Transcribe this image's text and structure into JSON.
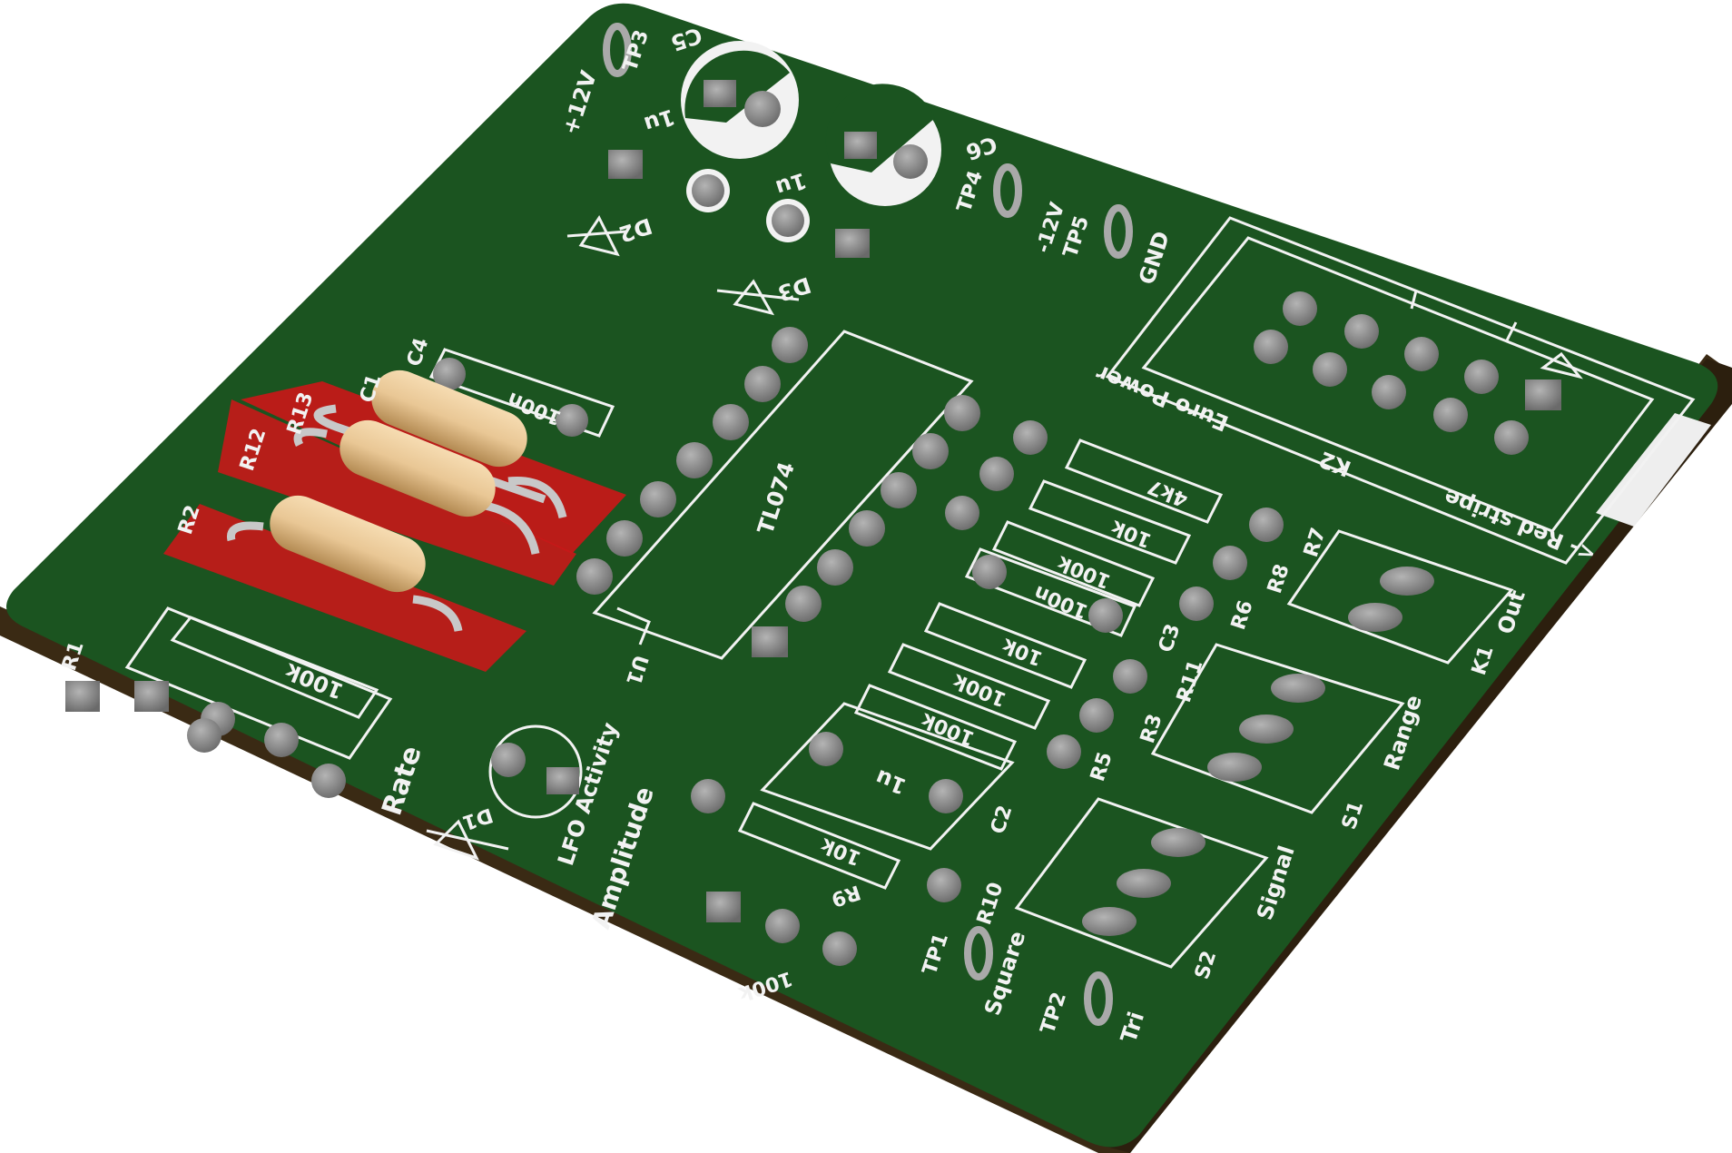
{
  "scene": {
    "subject": "",
    "colors": {
      "board": "#1b5420",
      "board_edge": "#3a2a14",
      "silkscreen": "#f2f2f2",
      "pad": "#8d8d8d",
      "resistor_body": "#e9c795",
      "highlight": "#c81818"
    }
  },
  "labels": {
    "tp3": "TP3",
    "v12": "+12V",
    "c5": "C5",
    "c5_val": "1u",
    "c6": "C6",
    "c6_val": "1u",
    "d2": "D2",
    "d3": "D3",
    "tp4": "TP4",
    "vneg12": "-12V",
    "tp5": "TP5",
    "gnd": "GND",
    "euro_power": "Euro Power",
    "k2": "K2",
    "red_stripe": "<- Red stripe",
    "c4": "C4",
    "c4_val": "100n",
    "c1": "C1",
    "r12": "R12",
    "r13": "R13",
    "r2": "R2",
    "r1": "R1",
    "r1_val": "100k",
    "rate": "Rate",
    "u1_val": "TL074",
    "u1": "U1",
    "r7_val": "4k7",
    "r7": "R7",
    "r8_val": "10k",
    "r8": "R8",
    "r6_val": "100k",
    "r6": "R6",
    "c3_val": "100n",
    "c3": "C3",
    "r11_val": "10k",
    "r11": "R11",
    "r3_val": "100k",
    "r3": "R3",
    "r5_val": "100k",
    "r5": "R5",
    "k1": "K1",
    "out": "Out",
    "s1": "S1",
    "range": "Range",
    "c2_val": "1u",
    "c2": "C2",
    "r9_val": "10k",
    "r9": "R9",
    "r10": "R10",
    "d1": "D1",
    "lfo_activity": "LFO Activity",
    "amplitude": "Amplitude",
    "pot_val": "100k",
    "tp1": "TP1",
    "square": "Square",
    "tp2": "TP2",
    "tri": "Tri",
    "s2": "S2",
    "signal": "Signal"
  }
}
